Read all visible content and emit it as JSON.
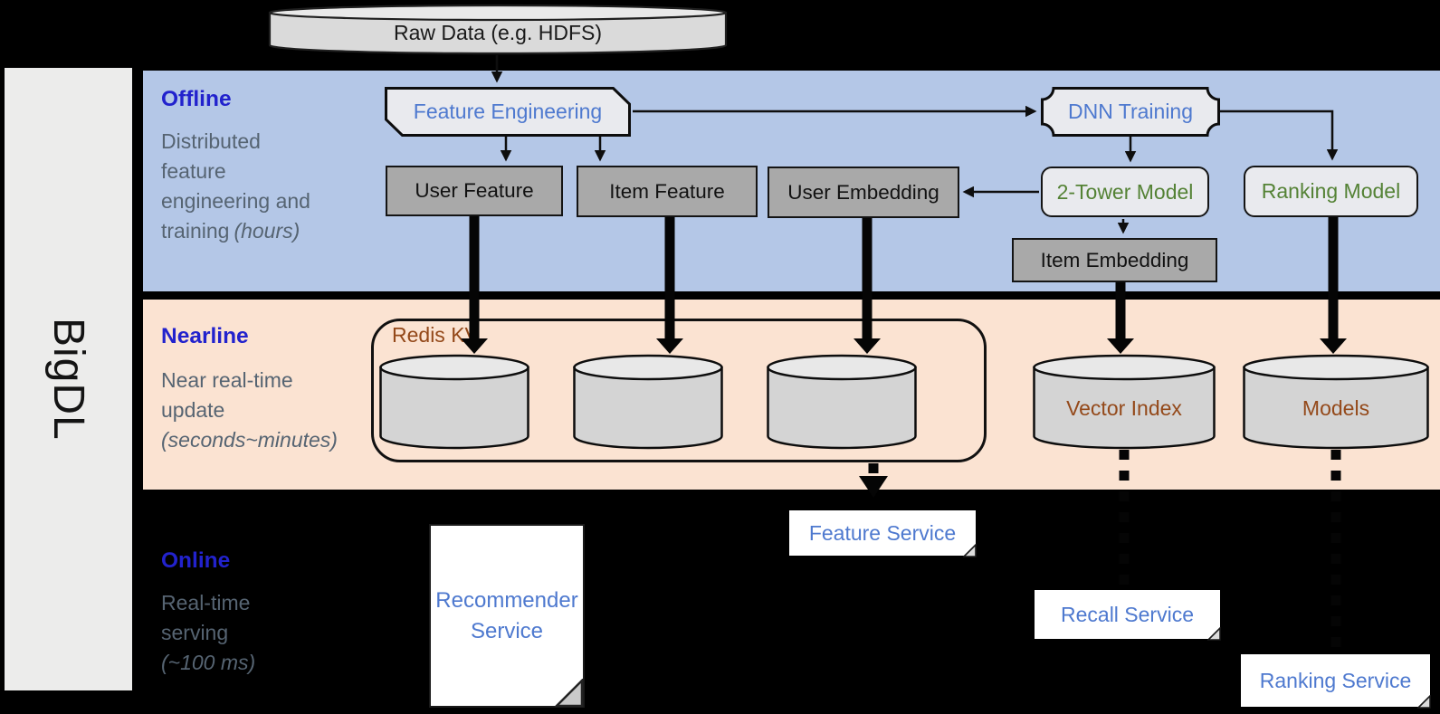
{
  "sidebar": {
    "brand": "BigDL"
  },
  "source": {
    "raw_data": "Raw Data (e.g. HDFS)"
  },
  "sections": {
    "offline": {
      "title": "Offline",
      "lines": [
        "Distributed",
        "feature",
        "engineering and",
        "training"
      ],
      "italic": "(hours)"
    },
    "nearline": {
      "title": "Nearline",
      "lines": [
        "Near real-time",
        "update"
      ],
      "italic": "(seconds~minutes)"
    },
    "online": {
      "title": "Online",
      "lines": [
        "Real-time",
        "serving"
      ],
      "italic": "(~100 ms)"
    }
  },
  "nodes": {
    "feature_engineering": "Feature Engineering",
    "dnn_training": "DNN Training",
    "user_feature": "User Feature",
    "item_feature": "Item Feature",
    "user_embedding": "User Embedding",
    "two_tower_model": "2-Tower Model",
    "ranking_model": "Ranking Model",
    "item_embedding": "Item Embedding",
    "redis_kv": "Redis KV",
    "vector_index": "Vector Index",
    "models": "Models",
    "recommender_service": "Recommender Service",
    "feature_service": "Feature Service",
    "recall_service": "Recall Service",
    "ranking_service": "Ranking Service"
  },
  "colors": {
    "background": "#000000",
    "offline_band": "#b4c7e7",
    "nearline_band": "#fbe3d2",
    "section_title_blue": "#2222cd",
    "description_gray": "#566472",
    "node_text_blue": "#4e79cf",
    "model_text_green": "#548235",
    "storage_text_brown": "#94491a",
    "feature_box_gray": "#a9a9a9",
    "process_box_light": "#e9eaee",
    "left_bar_gray": "#ececeb"
  }
}
